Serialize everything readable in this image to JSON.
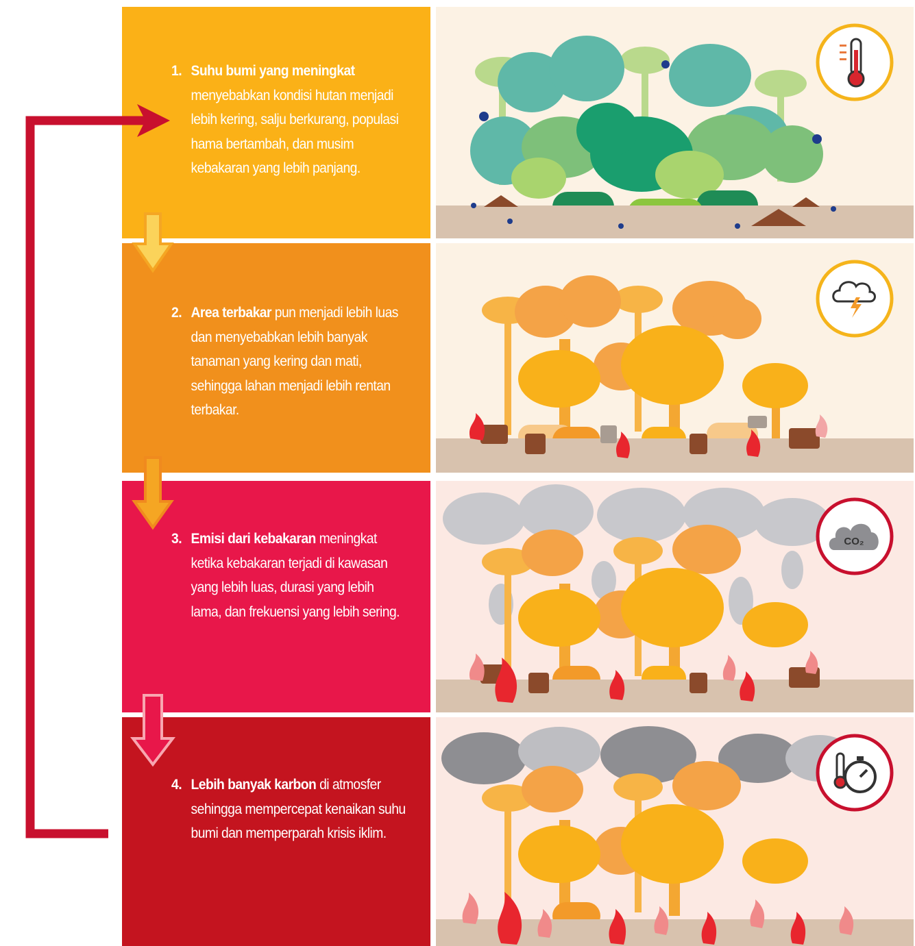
{
  "steps": [
    {
      "number": "1.",
      "bold": "Suhu bumi yang meningkat",
      "text": "menyebabkan kondisi hutan menjadi lebih kering, salju berkurang, populasi hama bertambah, dan musim kebakaran yang lebih panjang.",
      "panel_color": "#FBB117",
      "scene_bg": "#FCF2E4",
      "icon": "thermometer-icon"
    },
    {
      "number": "2.",
      "bold": "Area terbakar",
      "text": "pun menjadi lebih luas dan menyebabkan lebih banyak tanaman yang kering dan mati, sehingga lahan menjadi lebih rentan terbakar.",
      "panel_color": "#F1901C",
      "scene_bg": "#FCF2E4",
      "icon": "storm-cloud-lightning-icon"
    },
    {
      "number": "3.",
      "bold": "Emisi dari kebakaran",
      "text": "meningkat ketika kebakaran terjadi di kawasan yang lebih luas, durasi yang lebih lama, dan frekuensi yang lebih sering.",
      "panel_color": "#E8174A",
      "scene_bg": "#FCE9E3",
      "icon": "co2-cloud-icon"
    },
    {
      "number": "4.",
      "bold": "Lebih banyak karbon",
      "text": "di atmosfer sehingga mempercepat kenaikan suhu bumi dan memperparah krisis iklim.",
      "panel_color": "#C4141F",
      "scene_bg": "#FCE9E3",
      "icon": "thermometer-stopwatch-icon"
    }
  ],
  "co2_label": "CO₂",
  "colors": {
    "loop_arrow": "#C8102E",
    "ground": "#D8C2AE"
  }
}
